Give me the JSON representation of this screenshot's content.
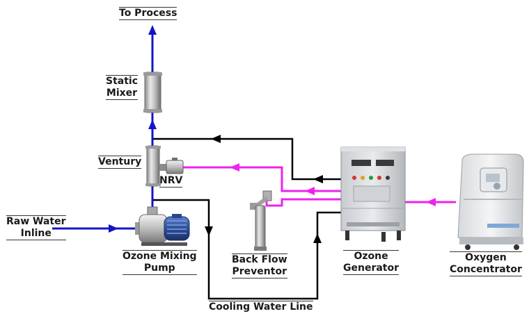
{
  "labels": {
    "to_process": "To Process",
    "static_mixer": [
      "Static",
      "Mixer"
    ],
    "ventury": "Ventury",
    "nrv": "NRV",
    "raw_water_inline": [
      "Raw Water",
      "Inline"
    ],
    "ozone_mixing_pump": [
      "Ozone Mixing",
      "Pump"
    ],
    "back_flow_preventor": [
      "Back Flow",
      "Preventor"
    ],
    "ozone_generator": [
      "Ozone",
      "Generator"
    ],
    "oxygen_concentrator": [
      "Oxygen",
      "Concentrator"
    ],
    "cooling_water_line": "Cooling Water Line"
  },
  "colors": {
    "water_line": "#1414c8",
    "oxygen_line": "#ee22ee",
    "cooling_line": "#000000"
  }
}
